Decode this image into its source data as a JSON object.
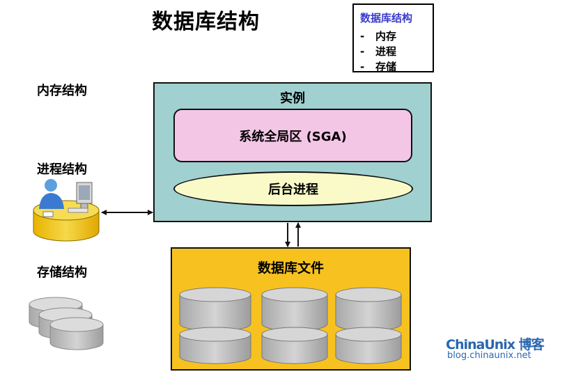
{
  "title": "数据库结构",
  "legend": {
    "title": "数据库结构",
    "items": [
      "内存",
      "进程",
      "存储"
    ]
  },
  "side_labels": {
    "memory": "内存结构",
    "process": "进程结构",
    "storage": "存储结构"
  },
  "instance": {
    "label": "实例",
    "sga_label": "系统全局区 (SGA)",
    "background_label": "后台进程"
  },
  "database_files": {
    "label": "数据库文件"
  },
  "watermark": {
    "line1": "ChinaUnix 博客",
    "line2": "blog.chinaunix.net"
  },
  "colors": {
    "instance_fill": "#a0d0d0",
    "sga_fill": "#f4c6e6",
    "background_fill": "#fafac8",
    "dbfiles_fill": "#f7c220",
    "cylinder_fill": "#c8c8c8",
    "legend_title": "#3a3acc"
  }
}
